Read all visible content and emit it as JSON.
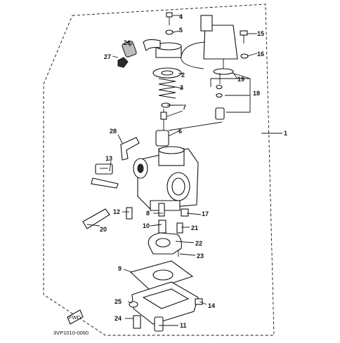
{
  "diagram": {
    "part_labels": [
      "1",
      "2",
      "3",
      "4",
      "5",
      "6",
      "7",
      "8",
      "9",
      "10",
      "11",
      "12",
      "13",
      "14",
      "15",
      "16",
      "17",
      "18",
      "19",
      "20",
      "21",
      "22",
      "23",
      "24",
      "25",
      "26",
      "27",
      "28"
    ],
    "drawing_code": "3VP1010-0060",
    "fwd_marker": "FWD"
  }
}
